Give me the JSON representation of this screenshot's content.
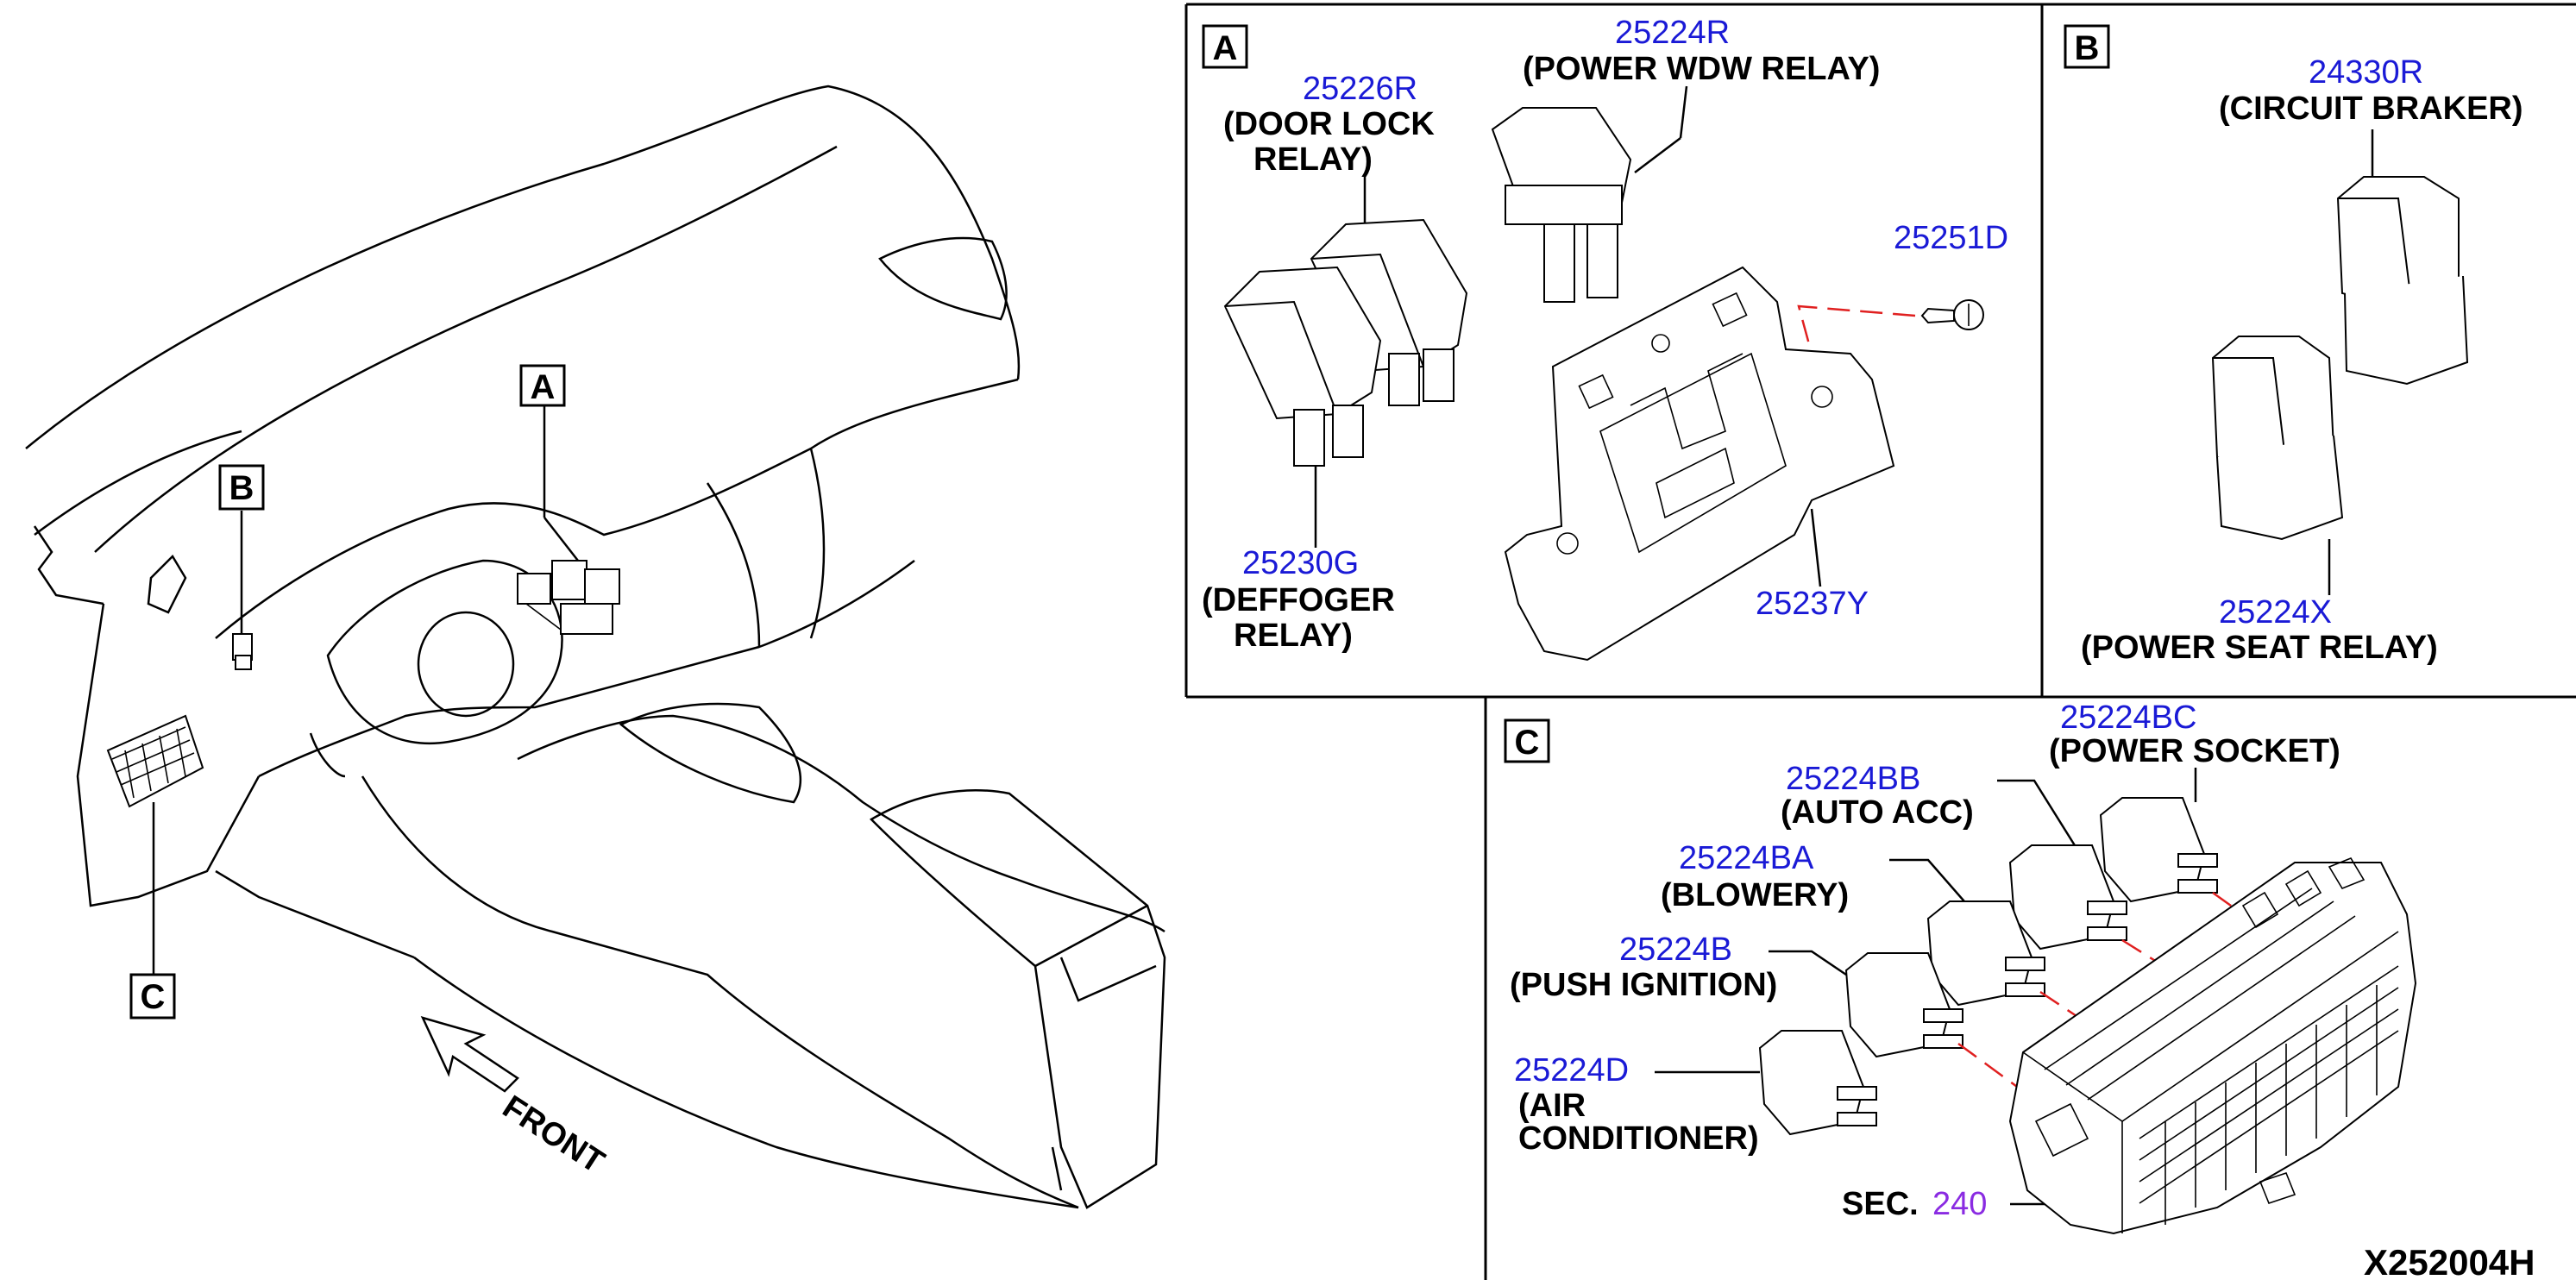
{
  "callouts": {
    "a": "A",
    "b": "B",
    "c": "C"
  },
  "front_label": "FRONT",
  "diagram_code": "X252004H",
  "panel_a": {
    "door_lock": {
      "part_no": "25226R",
      "desc_line1": "(DOOR LOCK",
      "desc_line2": "RELAY)"
    },
    "power_wdw": {
      "part_no": "25224R",
      "desc": "(POWER WDW RELAY)"
    },
    "screw": {
      "part_no": "25251D"
    },
    "deffoger": {
      "part_no": "25230G",
      "desc_line1": "(DEFFOGER",
      "desc_line2": "RELAY)"
    },
    "bracket": {
      "part_no": "25237Y"
    }
  },
  "panel_b": {
    "circuit_braker": {
      "part_no": "24330R",
      "desc": "(CIRCUIT BRAKER)"
    },
    "power_seat": {
      "part_no": "25224X",
      "desc": "(POWER SEAT RELAY)"
    }
  },
  "panel_c": {
    "power_socket": {
      "part_no": "25224BC",
      "desc": "(POWER SOCKET)"
    },
    "auto_acc": {
      "part_no": "25224BB",
      "desc": "(AUTO ACC)"
    },
    "blowery": {
      "part_no": "25224BA",
      "desc": "(BLOWERY)"
    },
    "push_ignition": {
      "part_no": "25224B",
      "desc": "(PUSH IGNITION)"
    },
    "air_conditioner": {
      "part_no": "25224D",
      "desc_line1": "(AIR",
      "desc_line2": "CONDITIONER)"
    },
    "section_ref": {
      "prefix": "SEC.",
      "number": "240"
    }
  },
  "colors": {
    "part_number": "#1a1ad6",
    "section_number": "#8a2be2",
    "leader_dash": "#e02020",
    "line": "#000000",
    "background": "#ffffff"
  }
}
